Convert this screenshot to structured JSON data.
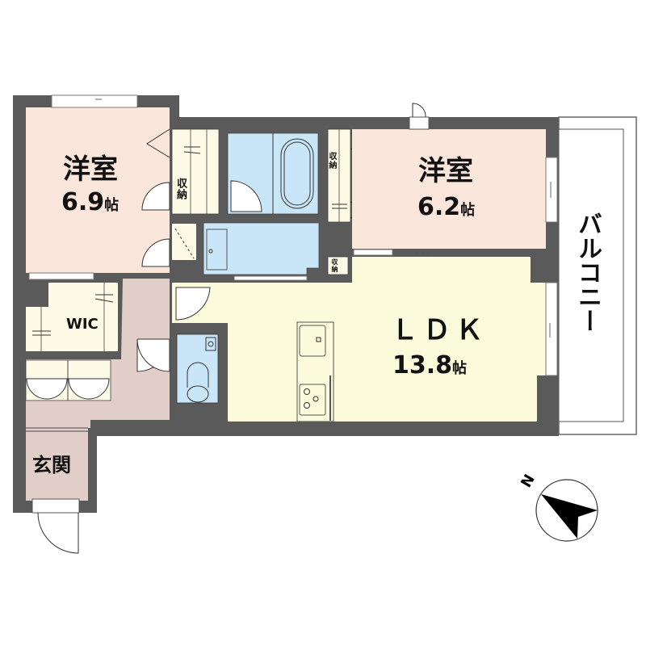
{
  "floor_plan": {
    "colors": {
      "wall": "#5a5a5a",
      "western_room": "#fbe6dc",
      "ldk": "#fbfadb",
      "wet_area": "#c9e6f8",
      "entrance_hall": "#e2cec8",
      "storage": "#fdfae6",
      "balcony": "#ffffff"
    },
    "rooms": {
      "western_room_1": {
        "name": "洋室",
        "size": "6.9",
        "unit": "帖"
      },
      "western_room_2": {
        "name": "洋室",
        "size": "6.2",
        "unit": "帖"
      },
      "ldk": {
        "name": "ＬＤＫ",
        "size": "13.8",
        "unit": "帖"
      },
      "wic": {
        "name": "WIC"
      },
      "entrance": {
        "name": "玄関"
      },
      "balcony": {
        "name": "バルコニー"
      },
      "storage_labels": [
        "収納",
        "収納",
        "収納"
      ]
    },
    "compass": {
      "label": "N",
      "icon": "north-arrow-icon"
    }
  }
}
